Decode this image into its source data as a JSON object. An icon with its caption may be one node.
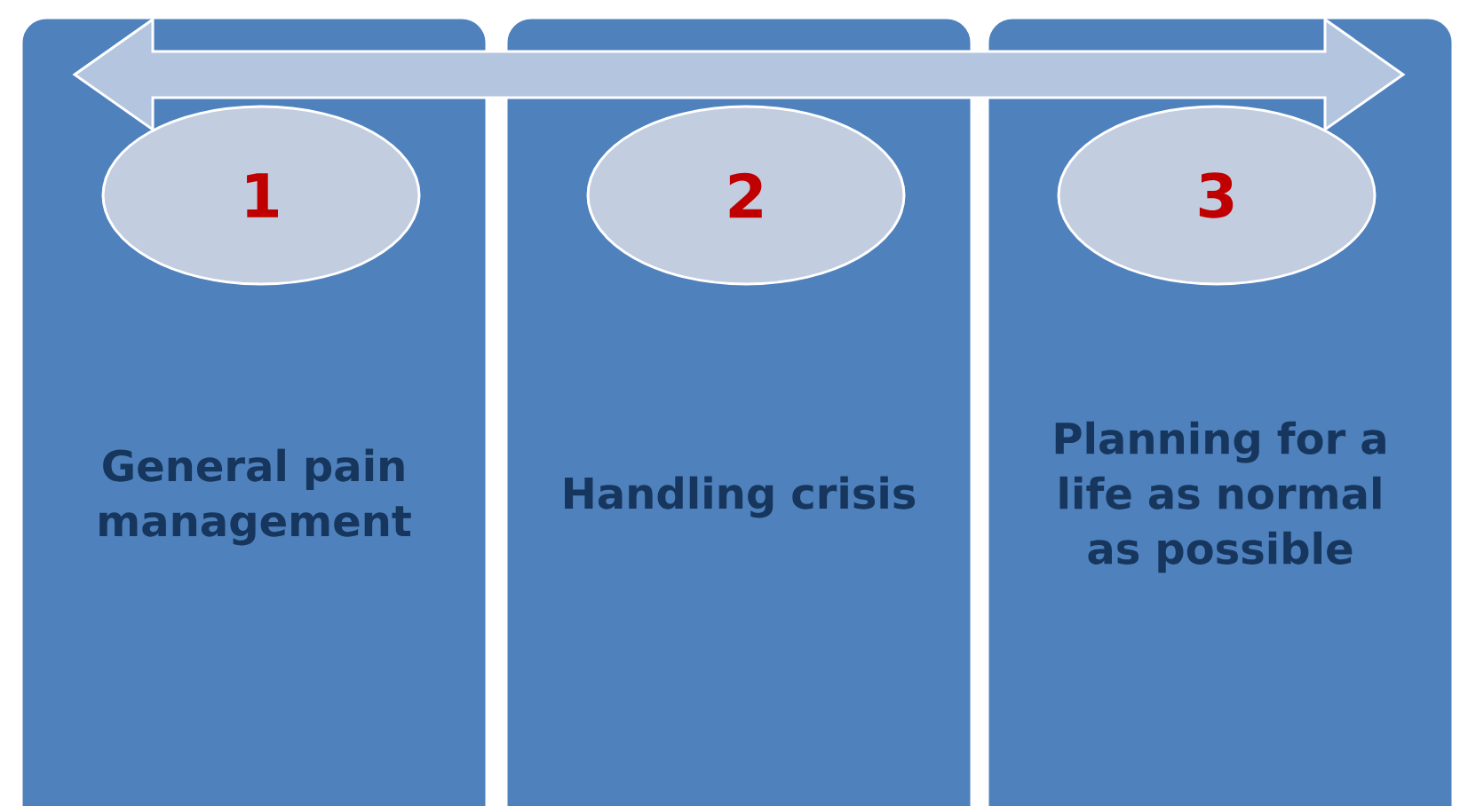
{
  "diagram": {
    "nodes": [
      {
        "text": [
          "General pain management"
        ]
      },
      {
        "text": [
          "1"
        ],
        "in": 0
      },
      {
        "text": [
          "Handling crisis"
        ]
      },
      {
        "text": [
          "2"
        ],
        "in": 2
      },
      {
        "text": [
          "Planning for a life as normal as possible"
        ]
      },
      {
        "text": [
          "3"
        ],
        "in": 4
      }
    ]
  }
}
